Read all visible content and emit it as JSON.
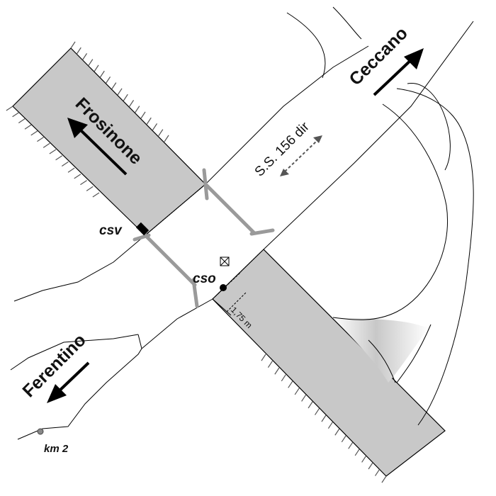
{
  "labels": {
    "ceccano": "Ceccano",
    "frosinone": "Frosinone",
    "ferentino": "Ferentino",
    "road": "S.S. 156 dir",
    "csv": "csv",
    "cso": "cso",
    "distance": "1,75 m",
    "km": "km 2"
  },
  "colors": {
    "carriageway_fill": "#c8c8c8",
    "outline": "#000000",
    "gantry": "#9a9a9a",
    "background": "#ffffff"
  },
  "icons": [
    "arrow-ceccano-icon",
    "arrow-frosinone-icon",
    "arrow-ferentino-icon",
    "double-arrow-icon",
    "camera-box-icon",
    "sensor-dot-icon",
    "km-marker-icon"
  ]
}
